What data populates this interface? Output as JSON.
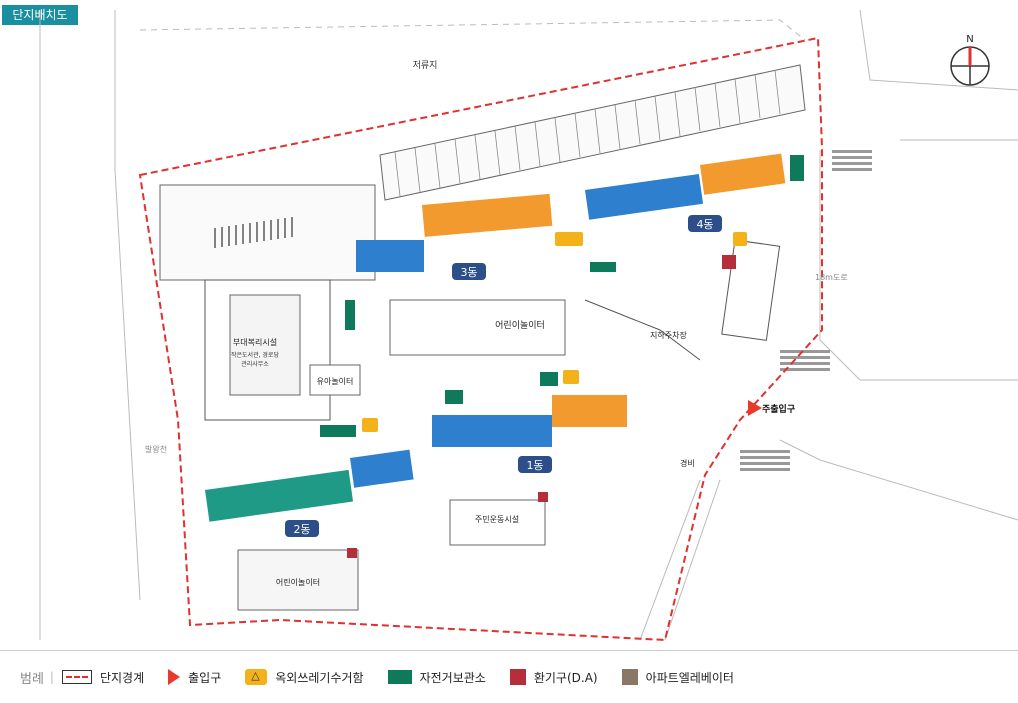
{
  "header": {
    "tab_label": "단지배치도"
  },
  "map": {
    "north_label": "N",
    "labels": {
      "reserved_land": "저류지",
      "road_18m": "18m도로",
      "stream": "발왕천",
      "main_entrance": "주출입구",
      "childcare_1": "어린이놀이터",
      "childcare_2": "유아놀이터",
      "childcare_3": "어린이놀이터",
      "community": "주민운동시설",
      "complex_facility": "부대복리시설",
      "complex_sub1": "작은도서관, 경로당",
      "complex_sub2": "관리사무소",
      "underground_parking": "지하주차장",
      "guard": "경비"
    },
    "buildings": [
      {
        "label": "1동"
      },
      {
        "label": "2동"
      },
      {
        "label": "3동"
      },
      {
        "label": "4동"
      }
    ],
    "colors": {
      "boundary": "#e03030",
      "orange": "#f29a2e",
      "blue": "#2f7fcf",
      "teal": "#1f9a86",
      "green": "#0e7a5b",
      "outline": "#555555"
    }
  },
  "legend": {
    "title": "범례",
    "items": [
      {
        "label": "단지경계",
        "icon": "dashed-boundary"
      },
      {
        "label": "출입구",
        "icon": "entrance-arrow"
      },
      {
        "label": "옥외쓰레기수거함",
        "icon": "recycle-bin"
      },
      {
        "label": "자전거보관소",
        "icon": "bike-storage"
      },
      {
        "label": "환기구(D.A)",
        "icon": "vent-square"
      },
      {
        "label": "아파트엘레베이터",
        "icon": "elevator-square"
      }
    ]
  }
}
